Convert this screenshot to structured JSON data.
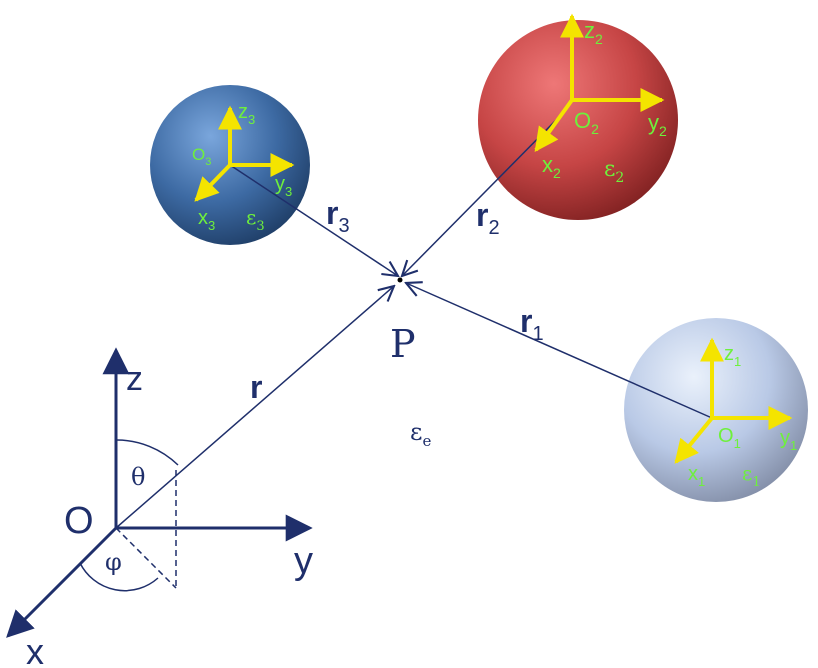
{
  "global_frame": {
    "origin": "O",
    "axis_x": "x",
    "axis_y": "y",
    "axis_z": "z",
    "polar_angle": "θ",
    "azimuth_angle": "φ"
  },
  "point": {
    "label": "P",
    "position_vector": "r"
  },
  "medium": {
    "symbol": "ε",
    "subscript": "e"
  },
  "spheres": [
    {
      "id": "1",
      "origin": "O",
      "x": "x",
      "y": "y",
      "z": "z",
      "eps": "ε",
      "sub": "1",
      "vector": "r",
      "color": "#b9c9e6"
    },
    {
      "id": "2",
      "origin": "O",
      "x": "x",
      "y": "y",
      "z": "z",
      "eps": "ε",
      "sub": "2",
      "vector": "r",
      "color": "#c64545"
    },
    {
      "id": "3",
      "origin": "O",
      "x": "x",
      "y": "y",
      "z": "z",
      "eps": "ε",
      "sub": "3",
      "vector": "r",
      "color": "#3d6aa3"
    }
  ],
  "colors": {
    "lines": "#1f2f6b",
    "local_axes": "#f4e400",
    "local_labels": "#6ef03c"
  }
}
